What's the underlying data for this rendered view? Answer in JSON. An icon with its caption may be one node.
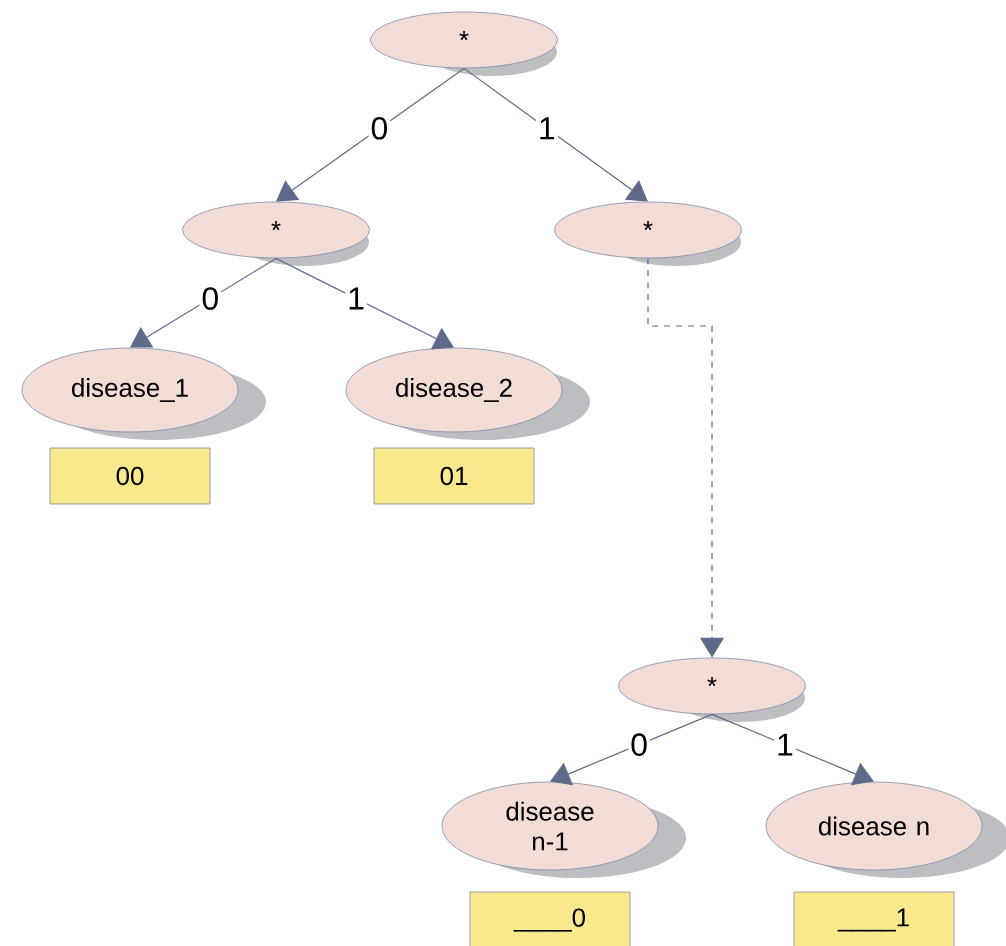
{
  "diagram": {
    "nodes": [
      {
        "text": [
          "*"
        ]
      },
      {
        "text": [
          "*"
        ]
      },
      {
        "text": [
          "*"
        ]
      },
      {
        "text": [
          "disease_1"
        ]
      },
      {
        "text": [
          "disease_2"
        ]
      },
      {
        "text": [
          "00"
        ]
      },
      {
        "text": [
          "01"
        ]
      },
      {
        "text": [
          "*"
        ]
      },
      {
        "text": [
          "disease n-1"
        ]
      },
      {
        "text": [
          "disease n"
        ]
      },
      {
        "text": [
          "____0"
        ]
      },
      {
        "text": [
          "____1"
        ]
      }
    ],
    "edges": [
      {
        "from": 0,
        "to": 1,
        "arrow": "to",
        "label": "0"
      },
      {
        "from": 0,
        "to": 2,
        "arrow": "to",
        "label": "1"
      },
      {
        "from": 1,
        "to": 3,
        "arrow": "to",
        "label": "0"
      },
      {
        "from": 1,
        "to": 4,
        "arrow": "to",
        "label": "1"
      },
      {
        "from": 2,
        "to": 7,
        "arrow": "to",
        "style": "dashed"
      },
      {
        "from": 7,
        "to": 8,
        "arrow": "to",
        "label": "0"
      },
      {
        "from": 7,
        "to": 9,
        "arrow": "to",
        "label": "1"
      }
    ]
  }
}
